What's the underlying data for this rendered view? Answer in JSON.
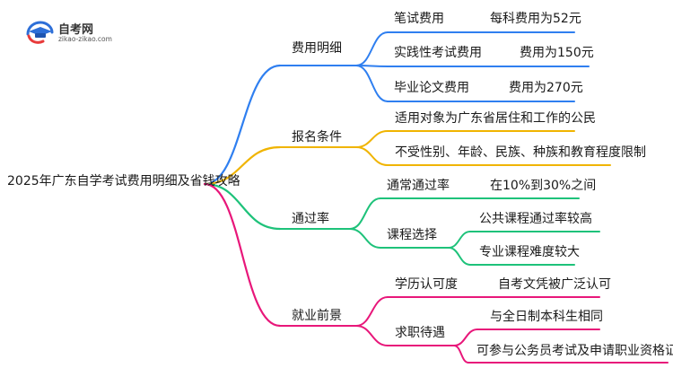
{
  "logo": {
    "name": "自考网",
    "url": "zikao-zikao.com"
  },
  "root": {
    "label": "2025年广东自学考试费用明细及省钱攻略"
  },
  "branches": [
    {
      "label": "费用明细",
      "color": "#2f7ff0",
      "children": [
        {
          "label": "笔试费用",
          "children": [
            {
              "label": "每科费用为52元"
            }
          ]
        },
        {
          "label": "实践性考试费用",
          "children": [
            {
              "label": "费用为150元"
            }
          ]
        },
        {
          "label": "毕业论文费用",
          "children": [
            {
              "label": "费用为270元"
            }
          ]
        }
      ]
    },
    {
      "label": "报名条件",
      "color": "#f0b400",
      "children": [
        {
          "label": "适用对象为广东省居住和工作的公民",
          "children": []
        },
        {
          "label": "不受性别、年龄、民族、种族和教育程度限制",
          "children": []
        }
      ]
    },
    {
      "label": "通过率",
      "color": "#1ec27a",
      "children": [
        {
          "label": "通常通过率",
          "children": [
            {
              "label": "在10%到30%之间"
            }
          ]
        },
        {
          "label": "课程选择",
          "children": [
            {
              "label": "公共课程通过率较高"
            },
            {
              "label": "专业课程难度较大"
            }
          ]
        }
      ]
    },
    {
      "label": "就业前景",
      "color": "#e8177a",
      "children": [
        {
          "label": "学历认可度",
          "children": [
            {
              "label": "自考文凭被广泛认可"
            }
          ]
        },
        {
          "label": "求职待遇",
          "children": [
            {
              "label": "与全日制本科生相同"
            },
            {
              "label": "可参与公务员考试及申请职业资格证书"
            }
          ]
        }
      ]
    }
  ]
}
